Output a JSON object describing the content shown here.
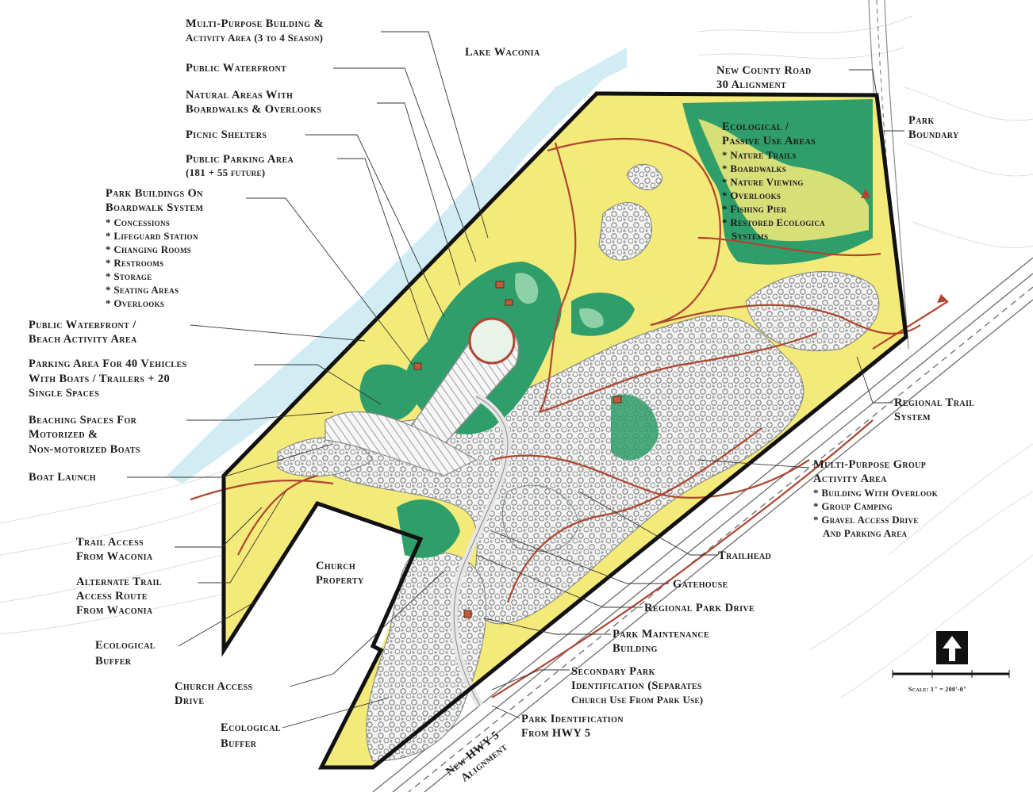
{
  "labels": {
    "multi_purpose_building": [
      "Multi-Purpose Building &",
      "Activity Area (3 to 4 Season)"
    ],
    "lake": "Lake Waconia",
    "public_waterfront": "Public Waterfront",
    "natural_areas": [
      "Natural Areas With",
      "Boardwalks & Overlooks"
    ],
    "picnic_shelters": "Picnic Shelters",
    "public_parking": [
      "Public Parking Area",
      "(181 + 55 future)"
    ],
    "park_buildings": [
      "Park Buildings On",
      "Boardwalk System",
      "* Concessions",
      "* Lifeguard Station",
      "* Changing Rooms",
      "* Restrooms",
      "* Storage",
      "* Seating Areas",
      "* Overlooks"
    ],
    "waterfront_beach": [
      "Public Waterfront /",
      "Beach Activity Area"
    ],
    "parking_boats": [
      "Parking Area For 40 Vehicles",
      "With Boats / Trailers + 20",
      "Single Spaces"
    ],
    "beaching_spaces": [
      "Beaching Spaces For",
      "Motorized &",
      "Non-motorized Boats"
    ],
    "boat_launch": "Boat Launch",
    "trail_access": [
      "Trail Access",
      "From Waconia"
    ],
    "alternate_trail": [
      "Alternate Trail",
      "Access Route",
      "From Waconia"
    ],
    "eco_buffer_1": [
      "Ecological",
      "Buffer"
    ],
    "church_access": [
      "Church Access",
      "Drive"
    ],
    "eco_buffer_2": [
      "Ecological",
      "Buffer"
    ],
    "church_property": [
      "Church",
      "Property"
    ],
    "county_road": [
      "New County Road",
      "30 Alignment"
    ],
    "park_boundary": [
      "Park",
      "Boundary"
    ],
    "ecological_passive": [
      "Ecological /",
      "Passive Use Areas",
      "* Nature Trails",
      "* Boardwalks",
      "* Nature Viewing",
      "* Overlooks",
      "* Fishing Pier",
      "* Restored Ecologica",
      "Systems"
    ],
    "regional_trail": [
      "Regional Trail",
      "System"
    ],
    "group_activity": [
      "Multi-Purpose Group",
      "Activity Area",
      "* Building With Overlook",
      "* Group Camping",
      "* Gravel Access Drive",
      "And Parking Area"
    ],
    "trailhead": "Trailhead",
    "gatehouse": "Gatehouse",
    "regional_park_drive": "Regional Park Drive",
    "maintenance": [
      "Park Maintenance",
      "Building"
    ],
    "secondary_id": [
      "Secondary Park",
      "Identification (Separates",
      "Church Use From Park Use)"
    ],
    "park_id": [
      "Park Identification",
      "From HWY 5"
    ],
    "hwy5": [
      "New HWY 5",
      "Alignment"
    ]
  },
  "scale": "Scale: 1\" = 200'-0\"",
  "colors": {
    "lawn": "#f3ea7a",
    "wetland": "#2f9e6a",
    "wetland_light": "#8fd1a6",
    "water": "#bfe4f0",
    "trail": "#b0452f",
    "boundary": "#111111",
    "woods": "#8a8f92"
  }
}
